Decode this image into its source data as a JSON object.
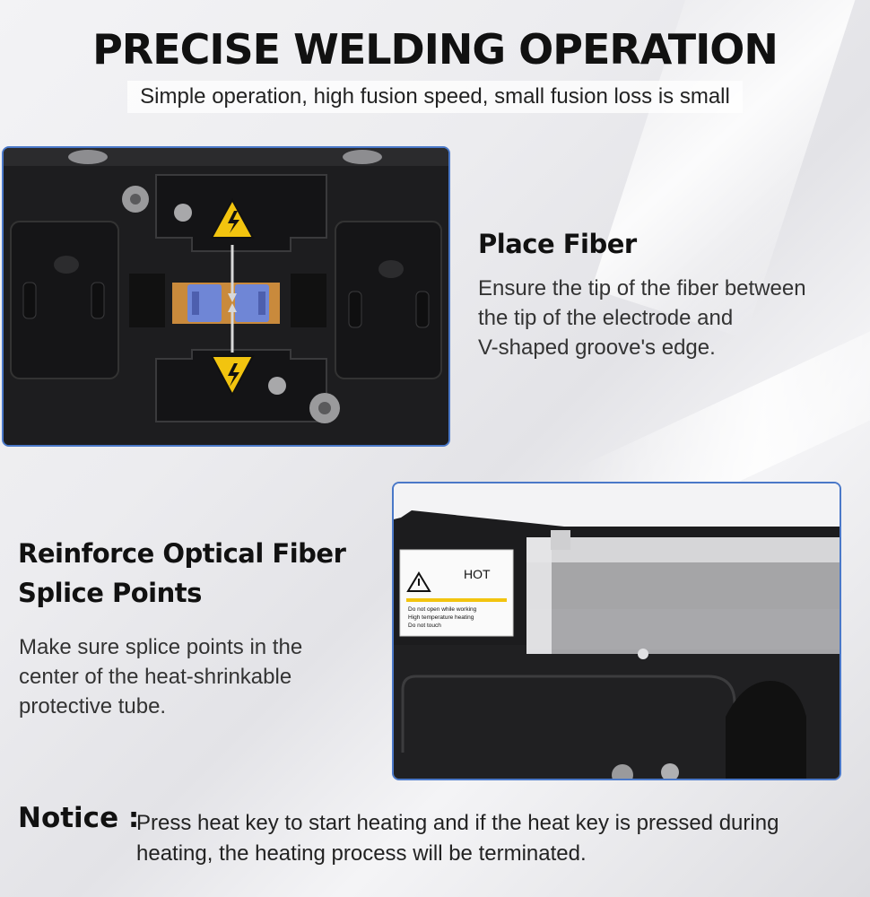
{
  "header": {
    "title": "PRECISE WELDING OPERATION",
    "subtitle": "Simple operation, high fusion speed, small fusion loss is small"
  },
  "place_fiber": {
    "heading": "Place Fiber",
    "body_lines": [
      "Ensure the tip of the fiber between",
      "the tip of the electrode and",
      "V-shaped groove's edge."
    ]
  },
  "reinforce": {
    "heading_lines": [
      "Reinforce Optical Fiber",
      "Splice Points"
    ],
    "body_lines": [
      "Make sure splice points in the",
      "center of the heat-shrinkable",
      "protective tube."
    ]
  },
  "hot_label": {
    "title": "HOT",
    "lines": [
      "Do not open while working",
      "High temperature heating",
      "Do not touch"
    ]
  },
  "notice": {
    "label": "Notice :",
    "lines": [
      "Press heat key to start heating and if the heat key is pressed during",
      "heating, the heating process will be terminated."
    ]
  },
  "colors": {
    "frame_border": "#4a78c8",
    "machine_black": "#1c1c1e",
    "warning_yellow": "#f2c40f",
    "fiber_blue": "#6f86d6",
    "holder_orange": "#c98a3c"
  }
}
